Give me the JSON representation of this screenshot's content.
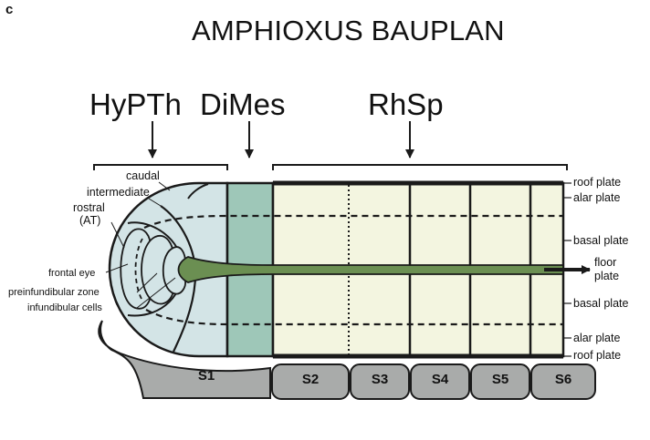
{
  "panel_letter": "c",
  "title": "AMPHIOXUS BAUPLAN",
  "regions": [
    "HyPTh",
    "DiMes",
    "RhSp"
  ],
  "hypothalamus_zones": {
    "caudal": "caudal",
    "intermediate": "intermediate",
    "rostral": "rostral",
    "rostral_abbr": "(AT)"
  },
  "left_labels": {
    "frontal_eye": "frontal eye",
    "preinfundibular_zone": "preinfundibular zone",
    "infundibular_cells": "infundibular cells"
  },
  "right_labels": {
    "roof_plate_top": "roof plate",
    "alar_plate_top": "alar plate",
    "basal_plate_top": "basal plate",
    "floor_plate_1": "floor",
    "floor_plate_2": "plate",
    "basal_plate_bottom": "basal plate",
    "alar_plate_bottom": "alar plate",
    "roof_plate_bottom": "roof plate"
  },
  "segments": [
    "S1",
    "S2",
    "S3",
    "S4",
    "S5",
    "S6"
  ],
  "colors": {
    "hypothalamus_fill": "#d3e4e6",
    "diencephalon_fill": "#9ec7b8",
    "rhombospinal_fill": "#f3f5e0",
    "floor_plate": "#6b8f52",
    "somite_fill": "#a9abaa",
    "outline": "#1a1a1a"
  }
}
